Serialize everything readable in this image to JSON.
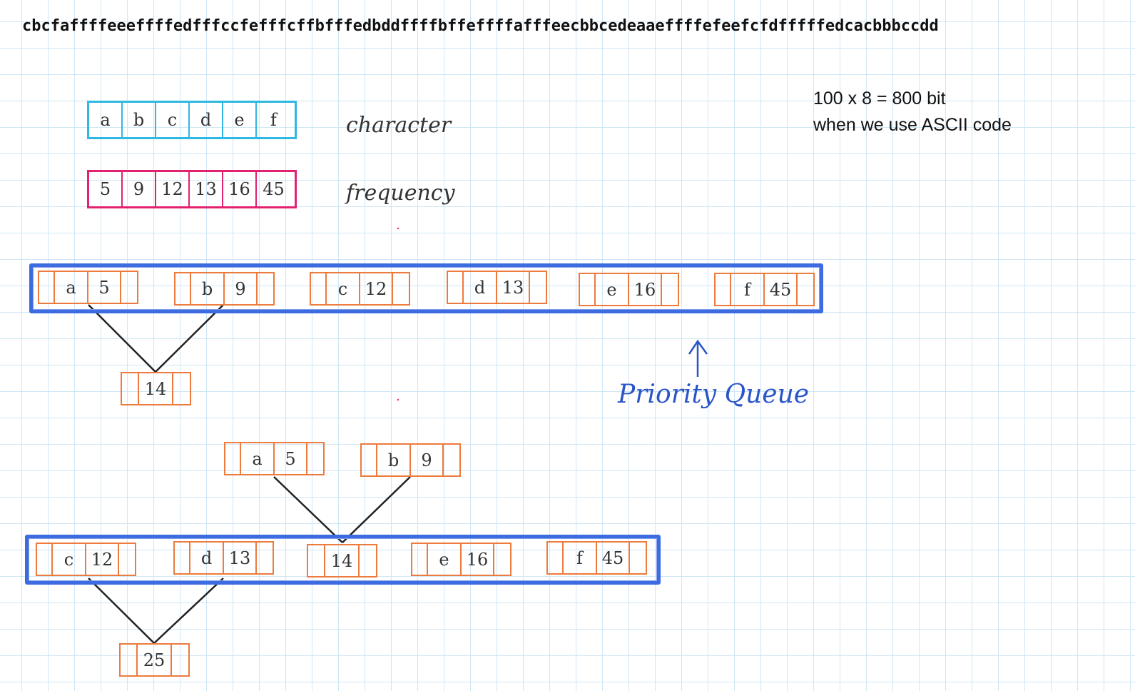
{
  "sequence": "cbcfaffffeeeffffedfffccfefffcffbfffedbddffffbffeffffafffeecbbcedeaaeffffefeefcfdfffffedcacbbbccdd",
  "note": {
    "line1": "100 x 8 = 800 bit",
    "line2": "when we use ASCII code"
  },
  "characters": [
    "a",
    "b",
    "c",
    "d",
    "e",
    "f"
  ],
  "frequencies": [
    "5",
    "9",
    "12",
    "13",
    "16",
    "45"
  ],
  "labels": {
    "character": "character",
    "frequency": "frequency",
    "priority_queue": "Priority Queue"
  },
  "queue1": [
    {
      "char": "a",
      "freq": "5"
    },
    {
      "char": "b",
      "freq": "9"
    },
    {
      "char": "c",
      "freq": "12"
    },
    {
      "char": "d",
      "freq": "13"
    },
    {
      "char": "e",
      "freq": "16"
    },
    {
      "char": "f",
      "freq": "45"
    }
  ],
  "merge1": {
    "sum": "14"
  },
  "lifted": [
    {
      "char": "a",
      "freq": "5"
    },
    {
      "char": "b",
      "freq": "9"
    }
  ],
  "queue2": [
    {
      "char": "c",
      "freq": "12"
    },
    {
      "char": "d",
      "freq": "13"
    },
    {
      "char": "",
      "freq": "14"
    },
    {
      "char": "e",
      "freq": "16"
    },
    {
      "char": "f",
      "freq": "45"
    }
  ],
  "merge2": {
    "sum": "25"
  },
  "colors": {
    "cyan": "#2fb8e2",
    "pink": "#e2226f",
    "queue_blue": "#3d6be0",
    "node_orange": "#ec7b3d",
    "grid": "#cfe6f5"
  }
}
